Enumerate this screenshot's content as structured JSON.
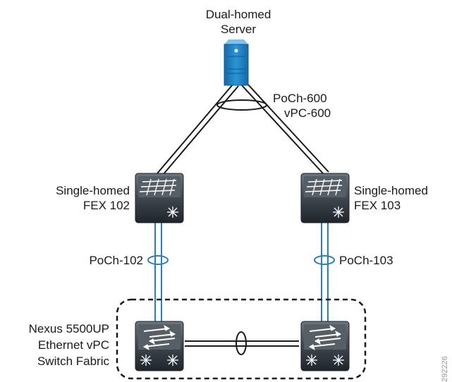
{
  "server": {
    "label_line1": "Dual-homed",
    "label_line2": "Server",
    "icon": "server-icon"
  },
  "server_bundle": {
    "label_line1": "PoCh-600",
    "label_line2": "vPC-600"
  },
  "fex_left": {
    "label_line1": "Single-homed",
    "label_line2": "FEX 102",
    "icon": "fabric-extender-icon"
  },
  "fex_right": {
    "label_line1": "Single-homed",
    "label_line2": "FEX 103",
    "icon": "fabric-extender-icon"
  },
  "uplink_left": {
    "label": "PoCh-102"
  },
  "uplink_right": {
    "label": "PoCh-103"
  },
  "fabric": {
    "label_line1": "Nexus 5500UP",
    "label_line2": "Ethernet vPC",
    "label_line3": "Switch Fabric",
    "switch_icon": "nexus-switch-icon"
  },
  "figure_id": "292226",
  "colors": {
    "server_blue": "#1f86c6",
    "device_dark": "#3a4149",
    "link_blue": "#2a7fb8",
    "line_black": "#1a1a1a"
  }
}
